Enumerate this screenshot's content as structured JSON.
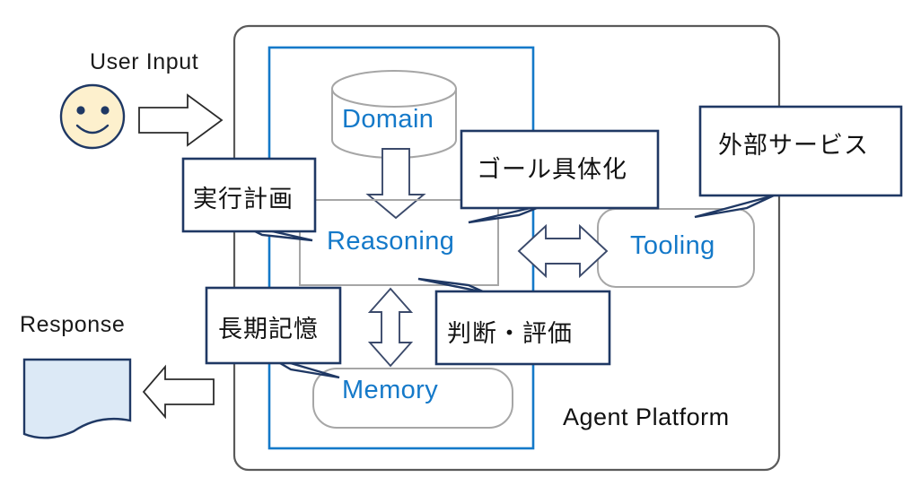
{
  "diagram": {
    "title": "Agent Platform",
    "type": "architecture-diagram"
  },
  "labels": {
    "user_input": "User Input",
    "response": "Response",
    "agent_platform": "Agent Platform"
  },
  "nodes": {
    "domain": "Domain",
    "reasoning": "Reasoning",
    "tooling": "Tooling",
    "memory": "Memory"
  },
  "callouts": [
    {
      "id": "jikko-keikaku",
      "text": "実行計画",
      "points_to": "reasoning"
    },
    {
      "id": "goal-gutaika",
      "text": "ゴール具体化",
      "points_to": "reasoning"
    },
    {
      "id": "gaibu-service",
      "text": "外部サービス",
      "points_to": "tooling"
    },
    {
      "id": "handan-hyoka",
      "text": "判断・評価",
      "points_to": "reasoning"
    },
    {
      "id": "choki-kioku",
      "text": "長期記憶",
      "points_to": "memory"
    }
  ],
  "icons": {
    "user": "smiley-face-icon",
    "input_arrow": "arrow-right-icon",
    "output_arrow": "arrow-left-icon",
    "domain_feed_arrow": "arrow-down-icon",
    "reasoning_tooling_arrow": "arrow-left-right-icon",
    "reasoning_memory_arrow": "arrow-up-down-icon",
    "response_doc": "document-icon",
    "domain_store": "cylinder-database-icon"
  },
  "colors": {
    "accent_blue": "#1479c9",
    "callout_border": "#1f3864",
    "outer_border": "#5a5a5a",
    "node_border": "#a6a6a6",
    "smiley_fill": "#fdf0cd",
    "document_fill": "#dce9f6",
    "arrow_stroke": "#3b4a6b",
    "text_dark": "#111111"
  }
}
